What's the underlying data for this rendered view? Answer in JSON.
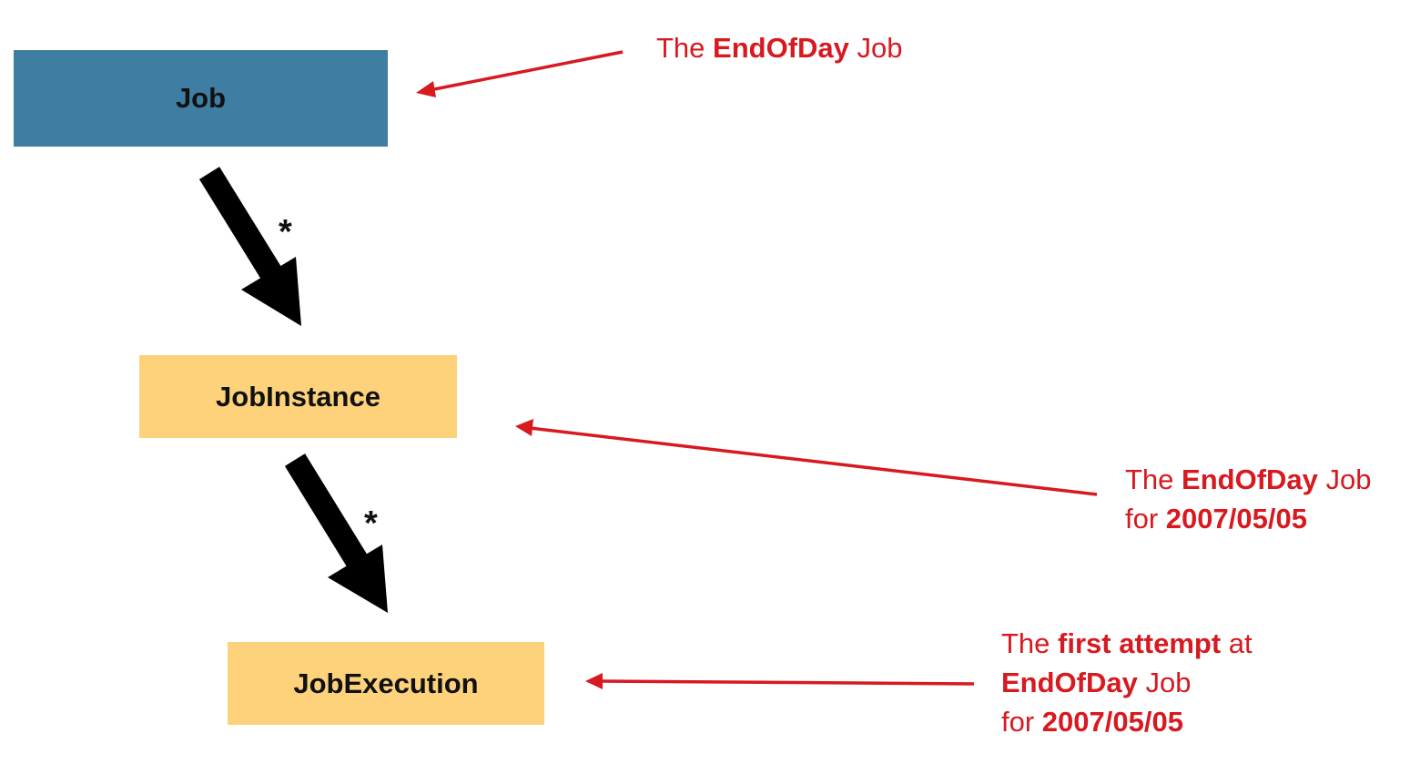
{
  "colors": {
    "job_box": "#3f7ea3",
    "entity_box": "#fdd27a",
    "annotation": "#d71920",
    "arrow": "#000000"
  },
  "boxes": {
    "job": "Job",
    "job_instance": "JobInstance",
    "job_execution": "JobExecution"
  },
  "multiplicity": {
    "job_to_instance": "*",
    "instance_to_execution": "*"
  },
  "notes": {
    "job": {
      "line1_pre": "The ",
      "line1_bold": "EndOfDay",
      "line1_post": " Job"
    },
    "instance": {
      "line1_pre": "The ",
      "line1_bold": "EndOfDay",
      "line1_post": " Job",
      "line2_pre": "for ",
      "line2_bold": "2007/05/05"
    },
    "execution": {
      "line1_pre": "The ",
      "line1_bold": "first attempt",
      "line1_post": " at",
      "line2_bold": "EndOfDay",
      "line2_post": " Job",
      "line3_pre": "for ",
      "line3_bold": "2007/05/05"
    }
  }
}
